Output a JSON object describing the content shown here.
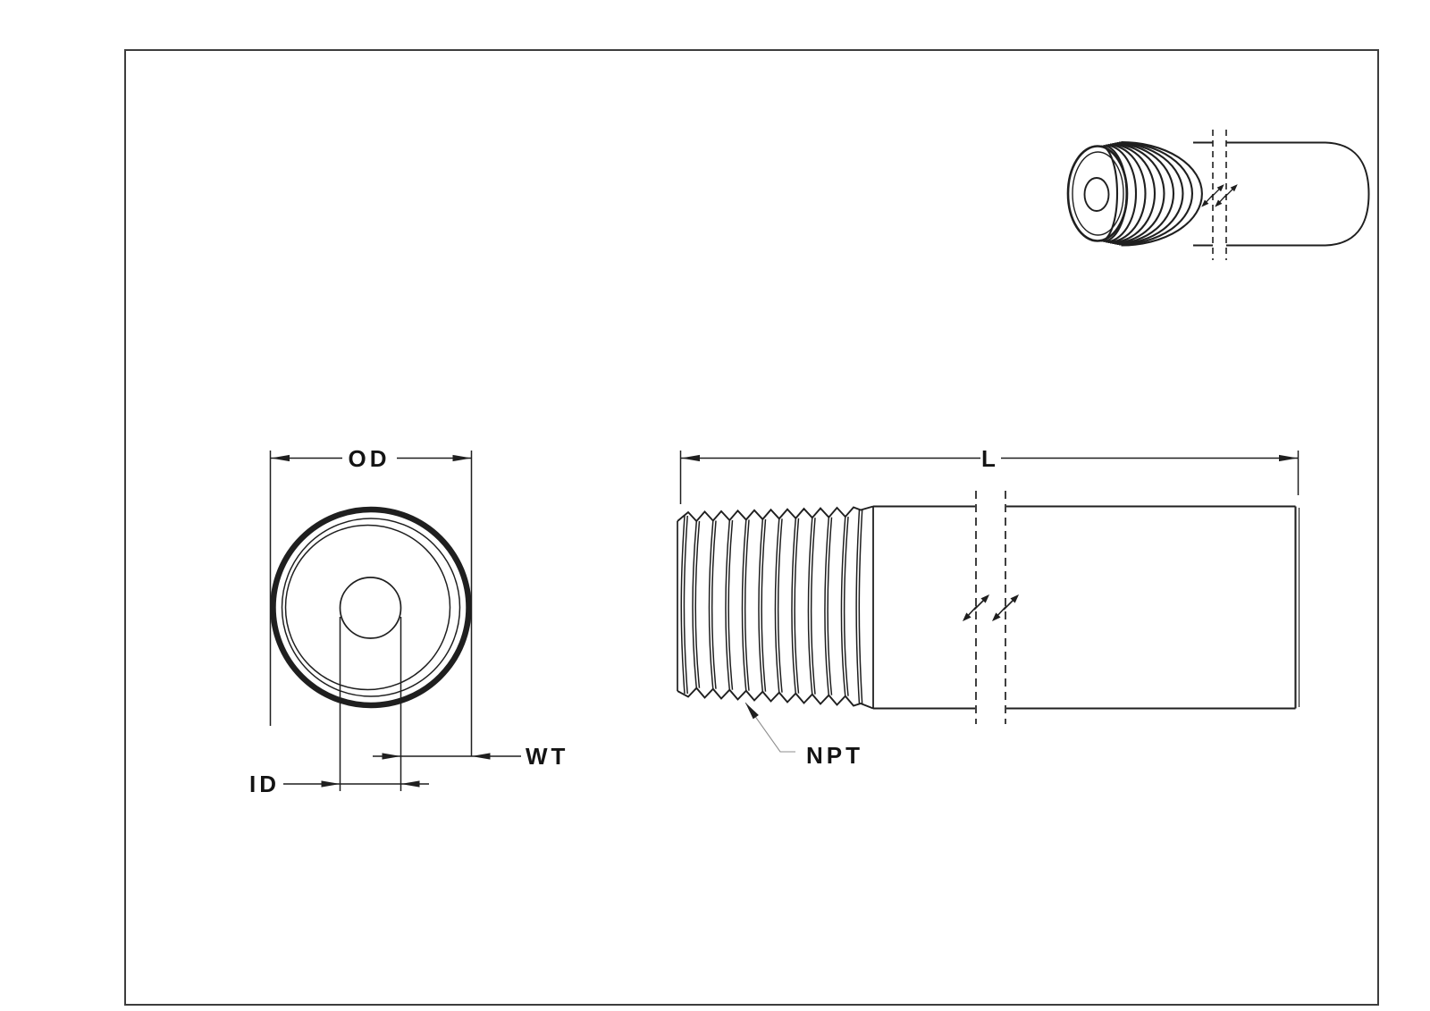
{
  "drawing": {
    "type": "technical-drawing",
    "labels": {
      "outer_diameter": "OD",
      "inner_diameter": "ID",
      "wall_thickness": "WT",
      "length": "L",
      "thread": "NPT"
    }
  },
  "colors": {
    "line": "#1f1f1f",
    "thin_line": "#2a2a2a",
    "leader_line": "#8f8f8f",
    "frame": "#3d3d3d",
    "background": "#ffffff",
    "text": "#141414"
  }
}
